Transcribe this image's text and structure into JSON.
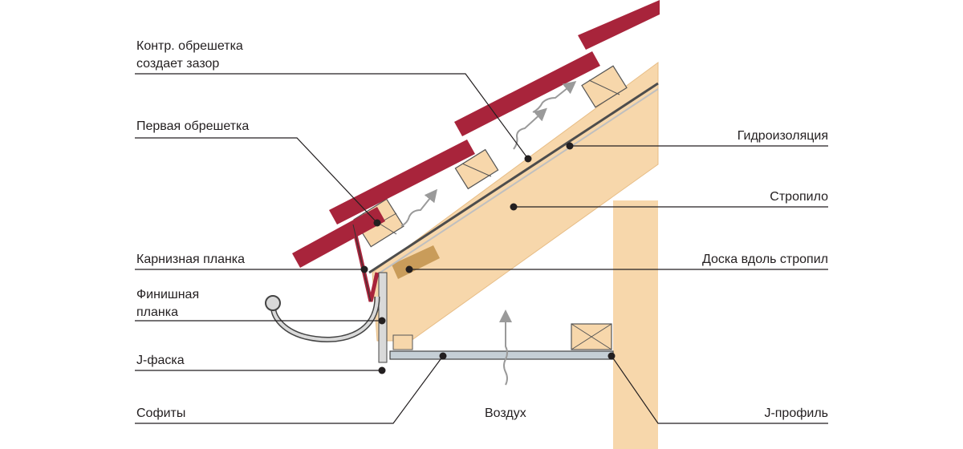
{
  "labels": {
    "counter_batten": [
      "Контр. обрешетка",
      "создает зазор"
    ],
    "first_batten": "Первая обрешетка",
    "eaves_strip": "Карнизная планка",
    "finish_strip": [
      "Финишная",
      "планка"
    ],
    "j_chamfer": "J-фаска",
    "soffits": "Софиты",
    "air": "Воздух",
    "waterproofing": "Гидроизоляция",
    "rafter": "Стропило",
    "board_along_rafters": "Доска вдоль стропил",
    "j_profile": "J-профиль"
  },
  "colors": {
    "tile": "#a8243b",
    "wood": "#f7d7ab",
    "wood_dark": "#c99c5a",
    "soffit": "#c5cfd6",
    "leader": "#231f20",
    "arrow": "#9a9a9a"
  }
}
